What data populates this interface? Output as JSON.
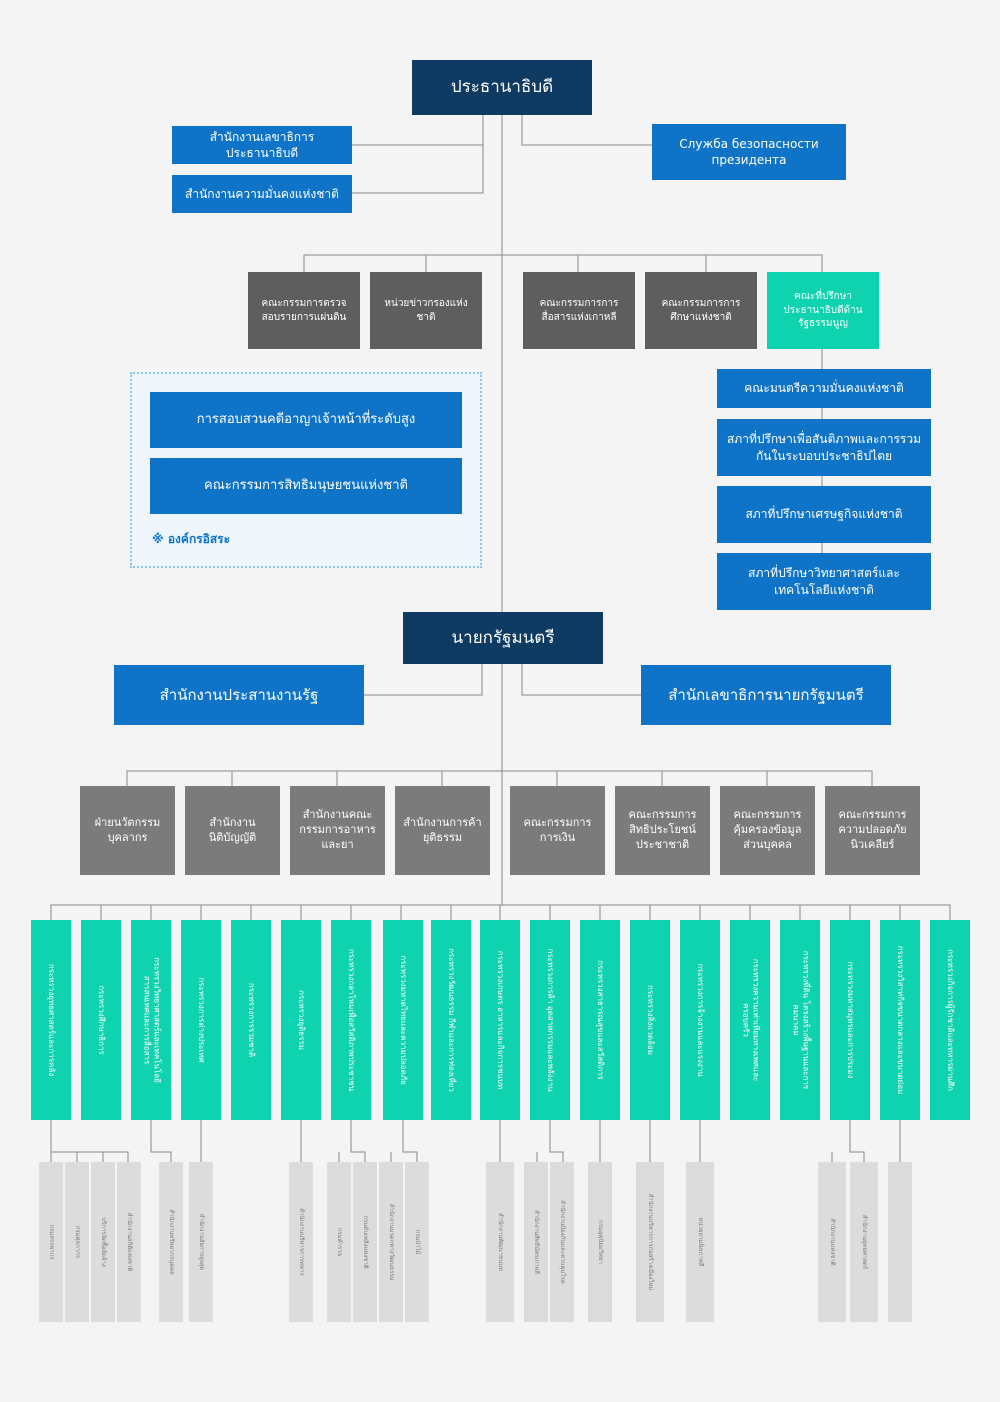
{
  "president": "ประธานาธิบดี",
  "presidential_offices": [
    "สำนักงานเลขาธิการประธานาธิบดี",
    "สำนักงานความมั่นคงแห่งชาติ"
  ],
  "security_service": "Служба безопасности президента",
  "president_committees": [
    "คณะกรรมการตรวจสอบรายการแผ่นดิน",
    "หน่วยข่าวกรองแห่งชาติ",
    "คณะกรรมการการสื่อสารแห่งเกาหลี",
    "คณะกรรมการการศึกษาแห่งชาติ",
    "คณะที่ปรึกษาประธานาธิบดีด้านรัฐธรรมนูญ"
  ],
  "advisory_councils": [
    "คณะมนตรีความมั่นคงแห่งชาติ",
    "สภาที่ปรึกษาเพื่อสันติภาพและการรวมกันในระบอบประชาธิปไตย",
    "สภาที่ปรึกษาเศรษฐกิจแห่งชาติ",
    "สภาที่ปรึกษาวิทยาศาสตร์และเทคโนโลยีแห่งชาติ"
  ],
  "independent": {
    "items": [
      "การสอบสวนคดีอาญาเจ้าหน้าที่ระดับสูง",
      "คณะกรรมการสิทธิมนุษยชนแห่งชาติ"
    ],
    "note": "※ องค์กรอิสระ"
  },
  "prime_minister": "นายกรัฐมนตรี",
  "pm_offices": [
    "สำนักงานประสานงานรัฐ",
    "สำนักเลขาธิการนายกรัฐมนตรี"
  ],
  "pm_agencies": [
    "ฝ่ายนวัตกรรมบุคลากร",
    "สำนักงานนิติบัญญัติ",
    "สำนักงานคณะกรรมการอาหารและยา",
    "สำนักงานการค้ายุติธรรม",
    "คณะกรรมการการเงิน",
    "คณะกรรมการสิทธิประโยชน์ประชาชาติ",
    "คณะกรรมการคุ้มครองข้อมูลส่วนบุคคล",
    "คณะกรรมการความปลอดภัยนิวเคลียร์"
  ],
  "ministries": [
    "กระทรวงยุทธศาสตร์และการคลัง",
    "กระทรวงศึกษาธิการ",
    "กระทรวงวิทยาศาสตร์และเทคโนโลยีสารสนเทศและการสื่อสาร",
    "กระทรวงการต่างประเทศ",
    "กระทรวงการรวมชาติ",
    "กระทรวงยุติธรรม",
    "กระทรวงกลาโหมเพื่อสวัสดิภาพประชาชน",
    "กระทรวงมหาดไทยและความปลอดภัย",
    "กระทรวงวัฒนธรรม กีฬาและการท่องเที่ยว",
    "กระทรวงเกษตร อาหารและกิจการชนบท",
    "กระทรวงการค้า อุตสาหกรรมและพลังงาน",
    "กระทรวงสาธารณสุขและสวัสดิการ",
    "กระทรวงสิ่งแวดล้อม",
    "กระทรวงการจ้างงานและแรงงาน",
    "กระทรวงความเท่าเทียมทางเพศและครอบครัว",
    "กระทรวงที่ดิน โครงสร้างพื้นฐานและการคมนาคม",
    "กระทรวงมหาสมุทรและการประมง",
    "กระทรวงวิสาหกิจขนาดกลางและขนาดย่อม",
    "กระทรวงกิจการผู้รักชาติและทหารผ่านศึก"
  ],
  "sub_agencies": [
    "กรมสรรพากร",
    "กรมศุลกากร",
    "บริการจัดซื้อจัดจ้าง",
    "สำนักงานสถิติแห่งชาติ",
    "สำนักงานทรัพยากรบุคคล",
    "สำนักงานอัยการสูงสุด",
    "สำนักงานบริหารการทหาร",
    "กรมตำรวจ",
    "กรมดับเพลิงแห่งชาติ",
    "สำนักงานมรดกทางวัฒนธรรม",
    "กรมป่าไม้",
    "สำนักงานพัฒนาชนบท",
    "สำนักงานสิทธิบัตรเกาหลี",
    "สำนักงานป้องกันและควบคุมโรค",
    "กรมอุตุนิยมวิทยา",
    "สำนักงานบริหารการก่อสร้างเมืองใหม่",
    "หน่วยยามฝั่งเกาหลี",
    "สำนักงานแห่งชาติ",
    "สำนักงานยุทธศาสตร์"
  ]
}
